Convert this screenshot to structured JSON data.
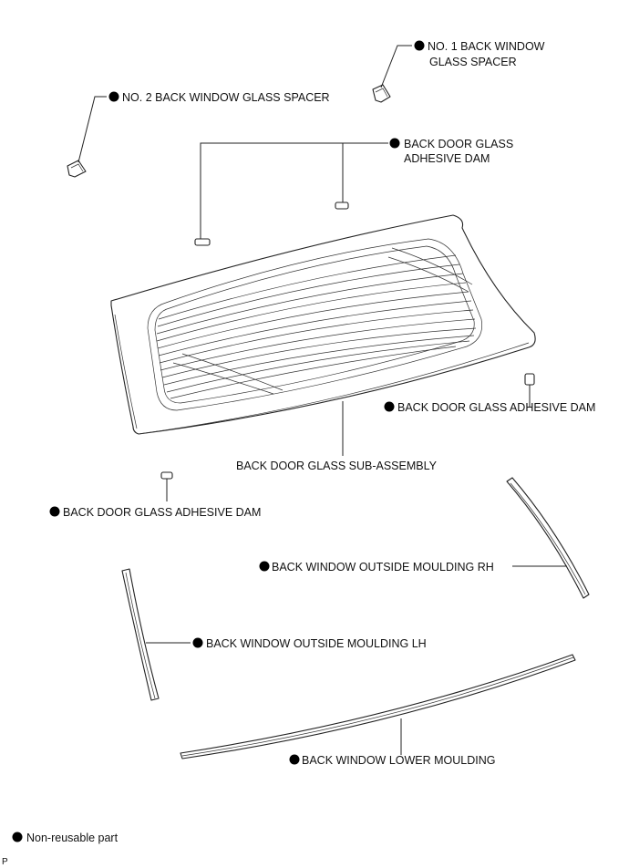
{
  "labels": {
    "spacer1_line1": "NO. 1 BACK WINDOW",
    "spacer1_line2": "GLASS SPACER",
    "spacer2": "NO. 2 BACK WINDOW GLASS SPACER",
    "dam_top_line1": "BACK DOOR GLASS",
    "dam_top_line2": "ADHESIVE DAM",
    "dam_right": "BACK DOOR GLASS ADHESIVE DAM",
    "glass": "BACK DOOR GLASS SUB-ASSEMBLY",
    "dam_left": "BACK DOOR GLASS ADHESIVE DAM",
    "moulding_rh": "BACK WINDOW OUTSIDE MOULDING RH",
    "moulding_lh": "BACK WINDOW OUTSIDE MOULDING LH",
    "moulding_lower": "BACK WINDOW LOWER MOULDING"
  },
  "legend": {
    "text": "Non-reusable part"
  },
  "corner_code": "P"
}
